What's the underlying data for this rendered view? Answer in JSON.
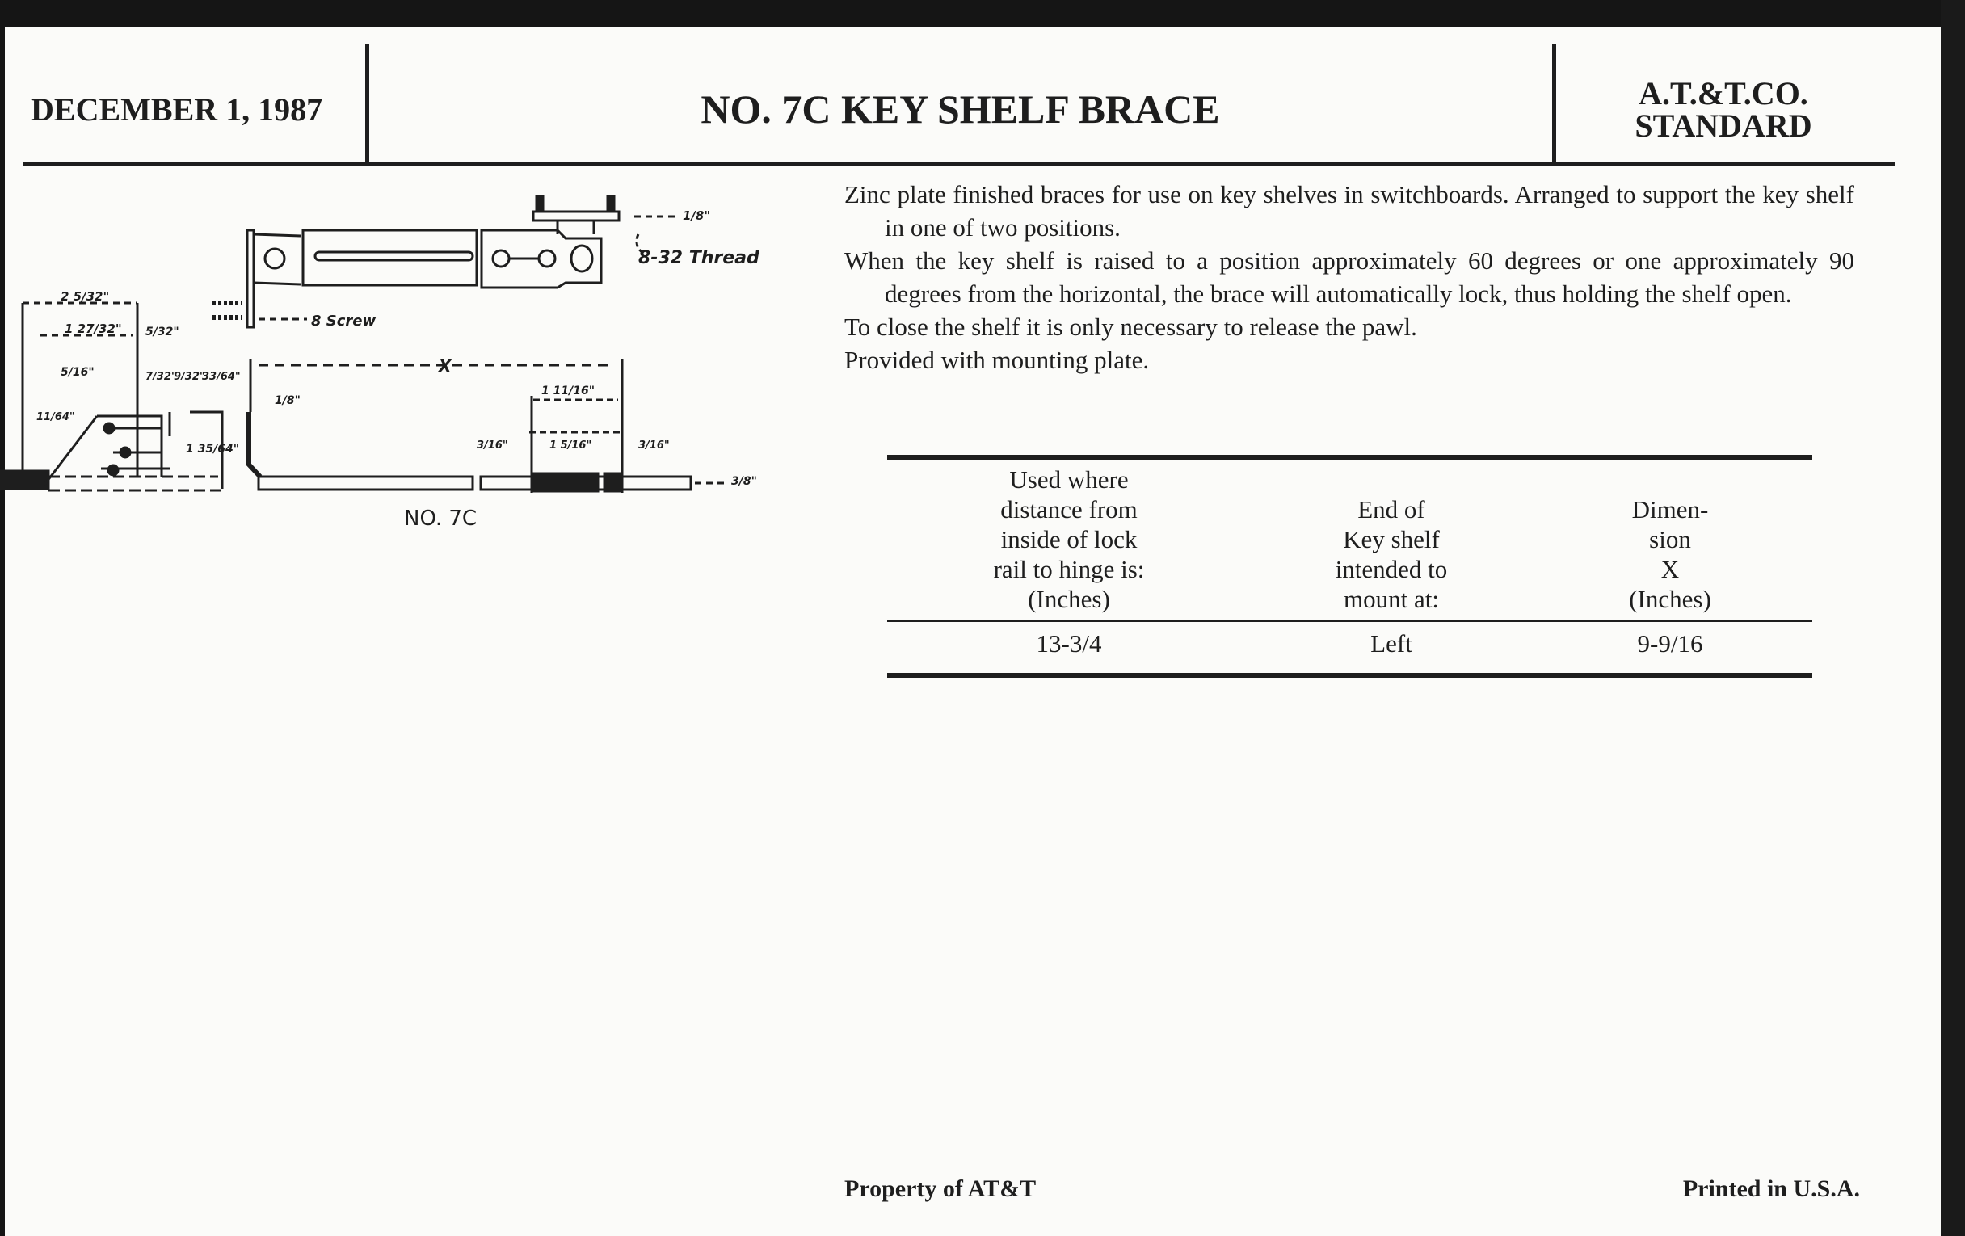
{
  "header": {
    "date": "DECEMBER 1, 1987",
    "title": "NO. 7C KEY SHELF BRACE",
    "standard_line1": "A.T.&T.CO.",
    "standard_line2": "STANDARD"
  },
  "drawing": {
    "caption": "NO. 7C",
    "thread_label": "8-32 Thread",
    "screw_label": "8 Screw",
    "dim_x": "X",
    "dims": {
      "d_2_5_32": "2 5/32\"",
      "d_1_27_32": "1 27/32\"",
      "d_5_32": "5/32\"",
      "d_5_16": "5/16\"",
      "d_7_32": "7/32\"",
      "d_9_32": "9/32\"",
      "d_33_64": "33/64\"",
      "d_11_64": "11/64\"",
      "d_1_35_64": "1 35/64\"",
      "d_1_8_top": "1/8\"",
      "d_1_8_arm": "1/8\"",
      "d_1_11_16": "1 11/16\"",
      "d_3_16_a": "3/16\"",
      "d_1_5_16": "1 5/16\"",
      "d_3_16_b": "3/16\"",
      "d_3_8": "3/8\""
    }
  },
  "description": [
    "Zinc plate finished braces for use on key shelves in switchboards. Arranged to support the key shelf in one of two positions.",
    "When the key shelf is raised to a position approximately 60 degrees or one approximately 90 degrees from the horizontal, the brace will automatically lock, thus holding the shelf open.",
    "To close the shelf it is only necessary to release the pawl.",
    "Provided with mounting plate."
  ],
  "table": {
    "headers": [
      "Used where\ndistance from\ninside of lock\nrail to hinge is:\n(Inches)",
      "End of\nKey shelf\nintended to\nmount at:",
      "Dimen-\nsion\nX\n(Inches)"
    ],
    "rows": [
      [
        "13-3/4",
        "Left",
        "9-9/16"
      ]
    ]
  },
  "footer": {
    "left": "Property of AT&T",
    "right": "Printed in U.S.A."
  }
}
